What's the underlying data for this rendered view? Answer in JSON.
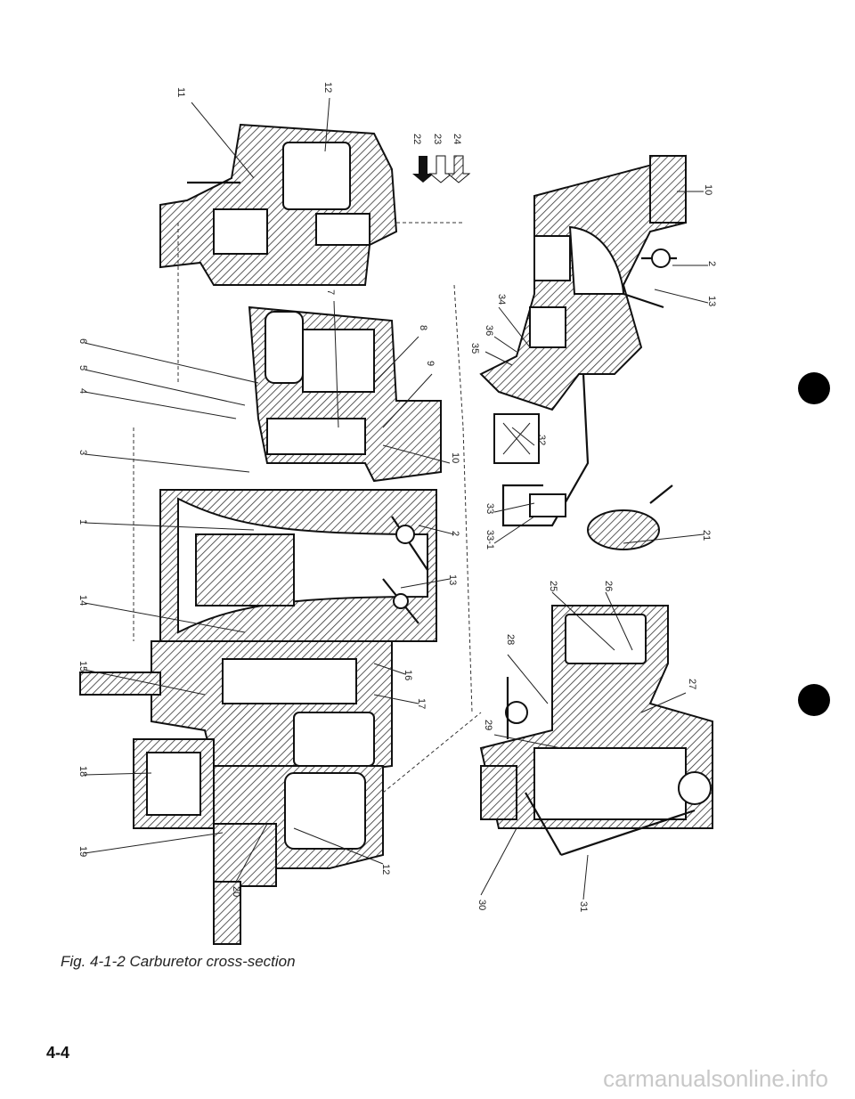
{
  "caption": "Fig. 4-1-2  Carburetor cross-section",
  "page_number": "4-4",
  "watermark": "carmanualsonline.info",
  "legend": [
    {
      "number": "22"
    },
    {
      "number": "23"
    },
    {
      "number": "24"
    }
  ],
  "labels": {
    "l1": "1",
    "l2": "2",
    "l2b": "2",
    "l3": "3",
    "l4": "4",
    "l5": "5",
    "l6": "6",
    "l7": "7",
    "l8": "8",
    "l9": "9",
    "l10": "10",
    "l10b": "10",
    "l11": "11",
    "l12": "12",
    "l12b": "12",
    "l13": "13",
    "l13b": "13",
    "l14": "14",
    "l15": "15",
    "l16": "16",
    "l17": "17",
    "l18": "18",
    "l19": "19",
    "l20": "20",
    "l21": "21",
    "l25": "25",
    "l26": "26",
    "l27": "27",
    "l28": "28",
    "l29": "29",
    "l30": "30",
    "l31": "31",
    "l32": "32",
    "l33": "33",
    "l331": "33-1",
    "l34": "34",
    "l35": "35",
    "l36": "36"
  }
}
